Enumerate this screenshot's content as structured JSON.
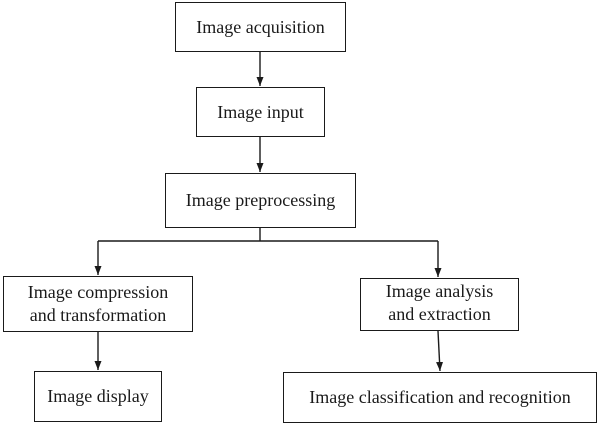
{
  "diagram": {
    "nodes": {
      "acquisition": {
        "line1": "Image acquisition"
      },
      "input": {
        "line1": "Image input"
      },
      "preprocessing": {
        "line1": "Image preprocessing"
      },
      "compression": {
        "line1": "Image compression",
        "line2": "and transformation"
      },
      "analysis": {
        "line1": "Image analysis",
        "line2": "and extraction"
      },
      "display": {
        "line1": "Image display"
      },
      "classification": {
        "line1": "Image classification and recognition"
      }
    },
    "edges": [
      {
        "from": "acquisition",
        "to": "input"
      },
      {
        "from": "input",
        "to": "preprocessing"
      },
      {
        "from": "preprocessing",
        "to": "compression"
      },
      {
        "from": "preprocessing",
        "to": "analysis"
      },
      {
        "from": "compression",
        "to": "display"
      },
      {
        "from": "analysis",
        "to": "classification"
      }
    ],
    "colors": {
      "stroke": "#1a1a1a",
      "background": "#ffffff"
    }
  }
}
